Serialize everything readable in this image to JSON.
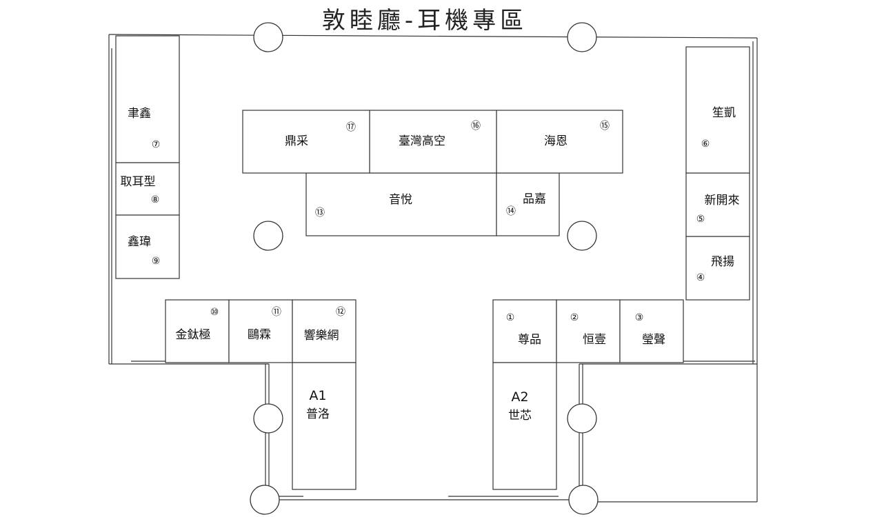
{
  "title": "敦睦廳-耳機專區",
  "booths": [
    {
      "id": "b1",
      "name": "尊品",
      "num": "①"
    },
    {
      "id": "b2",
      "name": "恒壹",
      "num": "②"
    },
    {
      "id": "b3",
      "name": "瑩聲",
      "num": "③"
    },
    {
      "id": "b4",
      "name": "飛揚",
      "num": "④"
    },
    {
      "id": "b5",
      "name": "新開來",
      "num": "⑤"
    },
    {
      "id": "b6",
      "name": "笙凱",
      "num": "⑥"
    },
    {
      "id": "b7",
      "name": "聿鑫",
      "num": "⑦"
    },
    {
      "id": "b8",
      "name": "取耳型",
      "num": "⑧"
    },
    {
      "id": "b9",
      "name": "鑫瑋",
      "num": "⑨"
    },
    {
      "id": "b10",
      "name": "金鈦極",
      "num": "⑩"
    },
    {
      "id": "b11",
      "name": "鷗霖",
      "num": "⑪"
    },
    {
      "id": "b12",
      "name": "響樂網",
      "num": "⑫"
    },
    {
      "id": "b13",
      "name": "音悅",
      "num": "⑬"
    },
    {
      "id": "b14",
      "name": "品嘉",
      "num": "⑭"
    },
    {
      "id": "b15",
      "name": "海恩",
      "num": "⑮"
    },
    {
      "id": "b16",
      "name": "臺灣高空",
      "num": "⑯"
    },
    {
      "id": "b17",
      "name": "鼎采",
      "num": "⑰"
    }
  ],
  "stalls": [
    {
      "id": "a1",
      "code": "A1",
      "name": "普洛"
    },
    {
      "id": "a2",
      "code": "A2",
      "name": "世芯"
    }
  ]
}
